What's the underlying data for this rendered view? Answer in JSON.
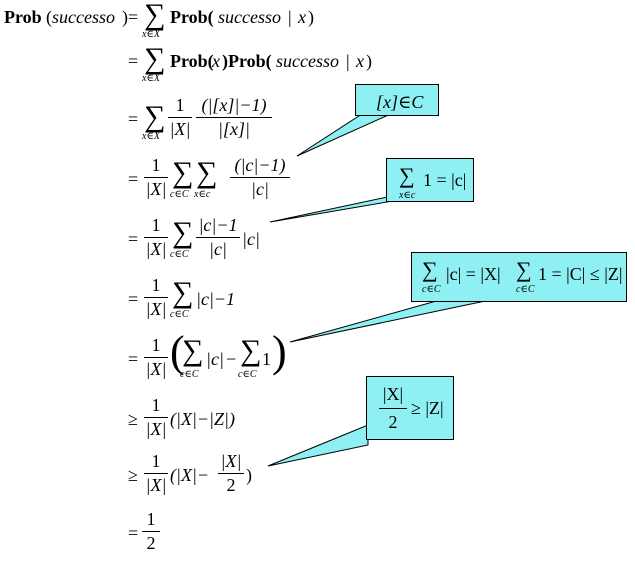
{
  "colors": {
    "callout_fill": "#8ff0f4",
    "ink": "#000000",
    "background": "#ffffff"
  },
  "derivation": {
    "lhs": {
      "prob": "Prob",
      "paren_open": "(",
      "succ": "successo",
      "paren_close": ")"
    },
    "rel_eq": "=",
    "rel_ge": "≥",
    "sum": "∑",
    "sum_idx_x": "x∈X",
    "sum_idx_c": "c∈C",
    "sum_idx_xc": "x∈c",
    "line1": {
      "text": "Prob(",
      "it": "successo",
      "bar": "| ",
      "x": "x",
      "close": ")"
    },
    "line2": {
      "p1": "Prob(",
      "x1": "x",
      "p1c": ")Prob(",
      "it": "successo",
      "bar": "| ",
      "x2": "x",
      "close": ")"
    },
    "line3": {
      "num1": "1",
      "den1": "|X|",
      "num2": "(|[x]|−1)",
      "den2": "|[x]|"
    },
    "line4": {
      "num1": "1",
      "den1": "|X|",
      "num2": "(|c|−1)",
      "den2": "|c|"
    },
    "line5": {
      "num1": "1",
      "den1": "|X|",
      "num2": "|c|−1",
      "den2": "|c|",
      "tail": "|c|"
    },
    "line6": {
      "num1": "1",
      "den1": "|X|",
      "tail": "|c|−1"
    },
    "line7": {
      "num1": "1",
      "den1": "|X|",
      "open": "(",
      "term1": "|c|",
      "minus": "−",
      "term2": "1",
      "close": ")"
    },
    "line8": {
      "num1": "1",
      "den1": "|X|",
      "tail": "(|X|−|Z|)"
    },
    "line9": {
      "num1": "1",
      "den1": "|X|",
      "open": "(|X|−",
      "num2": "|X|",
      "den2": "2",
      "close": ")"
    },
    "line10": {
      "num1": "1",
      "den1": "2"
    }
  },
  "callouts": {
    "c1": {
      "text": "[x]∈C"
    },
    "c2": {
      "sum": "∑",
      "idx": "x∈c",
      "text": "1 = |c|"
    },
    "c3": {
      "sum": "∑",
      "idx": "c∈C",
      "text1": "|c| = |X|",
      "text2": "1 = |C| ≤ |Z|"
    },
    "c4": {
      "num": "|X|",
      "den": "2",
      "text": "≥ |Z|"
    }
  }
}
